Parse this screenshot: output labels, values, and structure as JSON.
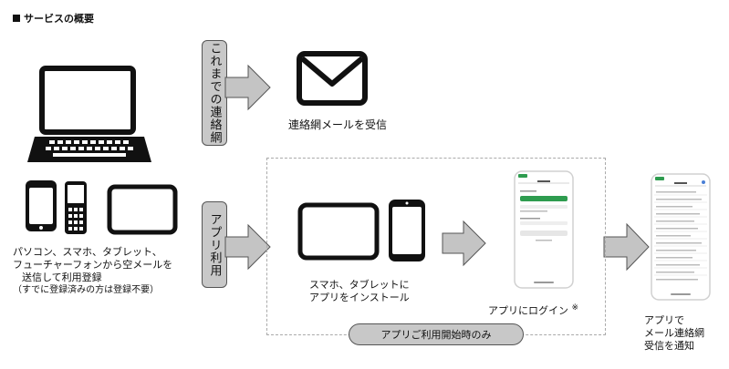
{
  "title": "サービスの概要",
  "labels": {
    "existing": "これまでの連絡網",
    "app": "アプリ利用"
  },
  "email_caption": "連絡網メールを受信",
  "devices_caption": [
    "パソコン、スマホ、タブレット、",
    "フューチャーフォンから空メールを",
    "送信して利用登録",
    "（すでに登録済みの方は登録不要）"
  ],
  "install_caption": [
    "スマホ、タブレットに",
    "アプリをインストール"
  ],
  "login_caption": "アプリにログイン",
  "login_note": "※",
  "notify_caption": [
    "アプリで",
    "メール連絡網",
    "受信を通知"
  ],
  "first_time_pill": "アプリご利用開始時のみ",
  "colors": {
    "arrow": "#c4c4c4",
    "arrow_stroke": "#555555",
    "accent": "#2e9c4f",
    "box": "#c8c8c8"
  }
}
